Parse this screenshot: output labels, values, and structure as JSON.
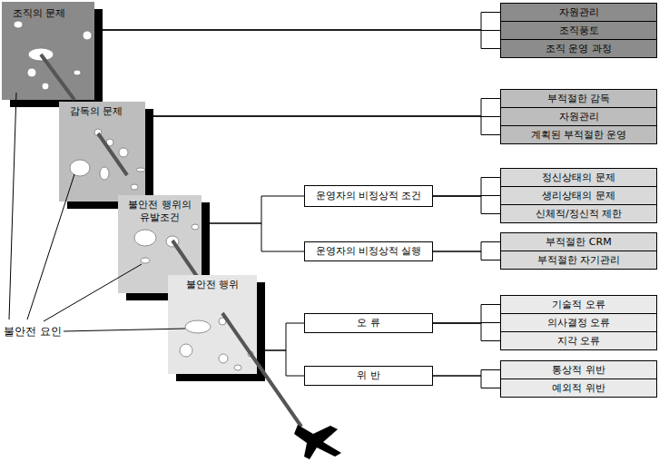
{
  "diagram": {
    "nodes": [
      {
        "text": [
          "조직의 문제"
        ]
      },
      {
        "text": [
          "자원관리"
        ]
      },
      {
        "text": [
          "조직풍토"
        ]
      },
      {
        "text": [
          "조직 운영 과정"
        ]
      },
      {
        "text": [
          "감독의 문제"
        ]
      },
      {
        "text": [
          "부적절한 감독"
        ]
      },
      {
        "text": [
          "자원관리"
        ]
      },
      {
        "text": [
          "계획된 부적절한 운영"
        ]
      },
      {
        "text": [
          "불안전 행위의 유발조건"
        ]
      },
      {
        "text": [
          "운영자의 비정상적 조건"
        ]
      },
      {
        "text": [
          "정신상태의 문제"
        ]
      },
      {
        "text": [
          "생리상태의 문제"
        ]
      },
      {
        "text": [
          "신체적/정신적 제한"
        ]
      },
      {
        "text": [
          "운영자의 비정상적 실행"
        ]
      },
      {
        "text": [
          "부적절한 CRM"
        ]
      },
      {
        "text": [
          "부적절한 자기관리"
        ]
      },
      {
        "text": [
          "불안전 행위"
        ]
      },
      {
        "text": [
          "오 류"
        ]
      },
      {
        "text": [
          "기술적 오류"
        ]
      },
      {
        "text": [
          "의사결정 오류"
        ]
      },
      {
        "text": [
          "지각 오류"
        ]
      },
      {
        "text": [
          "위 반"
        ]
      },
      {
        "text": [
          "통상적 위반"
        ]
      },
      {
        "text": [
          "예외적 위반"
        ]
      }
    ],
    "edges": [
      {
        "from": 0,
        "to": 1,
        "arrow": "none"
      },
      {
        "from": 0,
        "to": 2,
        "arrow": "none"
      },
      {
        "from": 0,
        "to": 3,
        "arrow": "none"
      },
      {
        "from": 4,
        "to": 5,
        "arrow": "none"
      },
      {
        "from": 4,
        "to": 6,
        "arrow": "none"
      },
      {
        "from": 4,
        "to": 7,
        "arrow": "none"
      },
      {
        "from": 8,
        "to": 9,
        "arrow": "none"
      },
      {
        "from": 8,
        "to": 13,
        "arrow": "none"
      },
      {
        "from": 9,
        "to": 10,
        "arrow": "none"
      },
      {
        "from": 9,
        "to": 11,
        "arrow": "none"
      },
      {
        "from": 9,
        "to": 12,
        "arrow": "none"
      },
      {
        "from": 13,
        "to": 14,
        "arrow": "none"
      },
      {
        "from": 13,
        "to": 15,
        "arrow": "none"
      },
      {
        "from": 16,
        "to": 17,
        "arrow": "none"
      },
      {
        "from": 16,
        "to": 21,
        "arrow": "none"
      },
      {
        "from": 17,
        "to": 18,
        "arrow": "none"
      },
      {
        "from": 17,
        "to": 19,
        "arrow": "none"
      },
      {
        "from": 17,
        "to": 20,
        "arrow": "none"
      },
      {
        "from": 21,
        "to": 22,
        "arrow": "none"
      },
      {
        "from": 21,
        "to": 23,
        "arrow": "none"
      }
    ],
    "labels": [
      "불안전 요인"
    ]
  }
}
